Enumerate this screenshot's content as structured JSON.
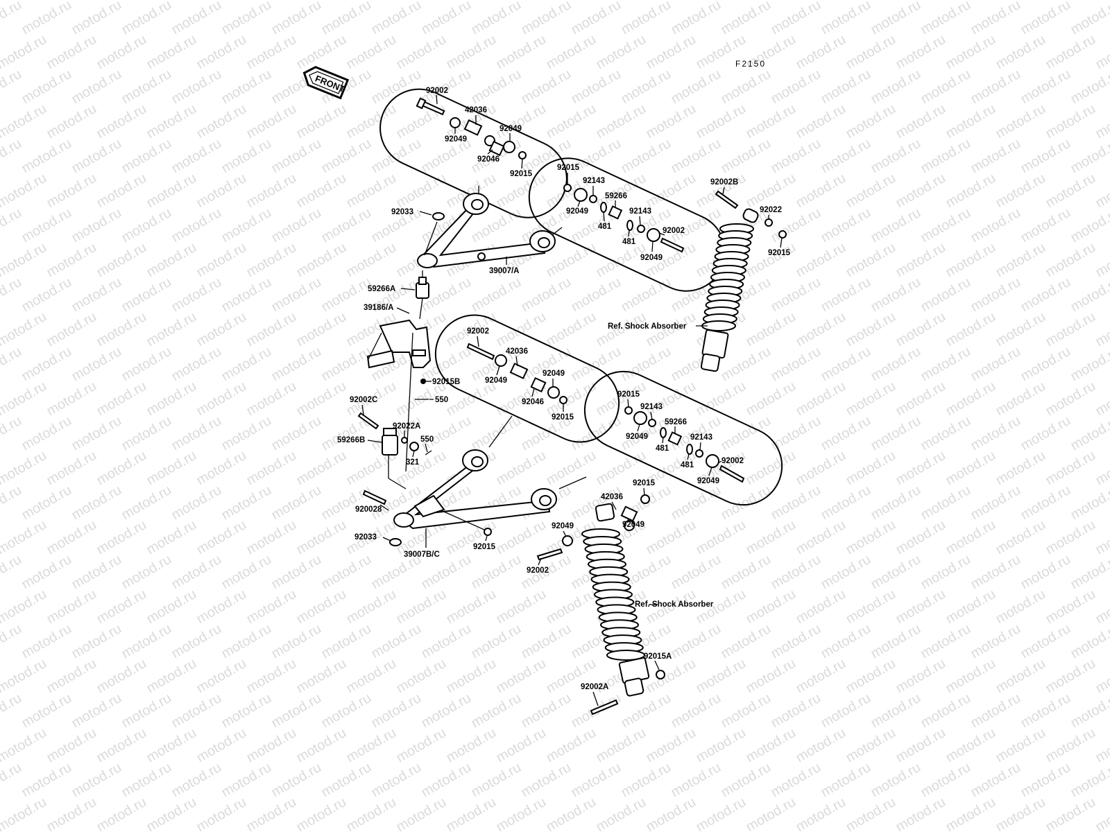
{
  "watermark": "motod.ru",
  "figure_code": "F2150",
  "front_arrow_label": "FRONT",
  "labels": {
    "u_92002": "92002",
    "u_42036": "42036",
    "u_92049a": "92049",
    "u_92049b": "92049",
    "u_92046": "92046",
    "u_92015a": "92015",
    "u_92015b": "92015",
    "u_92143a": "92143",
    "u_59266": "59266",
    "u_92049c": "92049",
    "u_481a": "481",
    "u_92143b": "92143",
    "u_481b": "481",
    "u_92002r": "92002",
    "u_92049d": "92049",
    "u_92033": "92033",
    "u_39007a": "39007/A",
    "u_59266a": "59266A",
    "u_39186a": "39186/A",
    "s_92002b": "92002B",
    "s_92022": "92022",
    "s_92015": "92015",
    "s_ref": "Ref. Shock Absorber",
    "l_92002": "92002",
    "l_42036": "42036",
    "l_92049a": "92049",
    "l_92049b": "92049",
    "l_92046": "92046",
    "l_92015a": "92015",
    "l_92015b": "92015B",
    "l_550a": "550",
    "l_92002c": "92002C",
    "l_92022a": "92022A",
    "l_59266b": "59266B",
    "l_550b": "550",
    "l_321": "321",
    "l_92015c": "92015",
    "l_92143a": "92143",
    "l_59266": "59266",
    "l_92049c": "92049",
    "l_481a": "481",
    "l_92143b": "92143",
    "l_481b": "481",
    "l_92002r": "92002",
    "l_92049d": "92049",
    "l_92028": "920028",
    "l_92033": "92033",
    "l_39007bc": "39007B/C",
    "l_92015d": "92015",
    "b_42036": "42036",
    "b_92015": "92015",
    "b_92049a": "92049",
    "b_92049b": "92049",
    "b_92002": "92002",
    "b_ref": "Ref. Shock Absorber",
    "b_92015a": "92015A",
    "b_92002a": "92002A"
  }
}
